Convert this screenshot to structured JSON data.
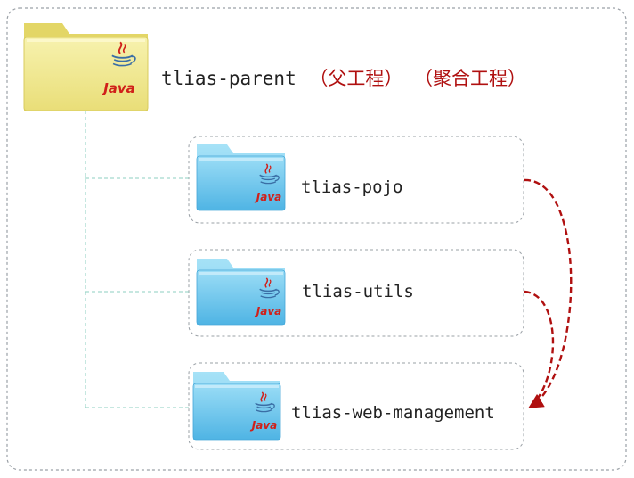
{
  "parent": {
    "name": "tlias-parent",
    "note1": "（父工程）",
    "note2": "（聚合工程）",
    "logo_text": "Java"
  },
  "modules": [
    {
      "name": "tlias-pojo",
      "logo_text": "Java"
    },
    {
      "name": "tlias-utils",
      "logo_text": "Java"
    },
    {
      "name": "tlias-web-management",
      "logo_text": "Java"
    }
  ],
  "colors": {
    "parent_folder": "#F2EA8E",
    "child_folder": "#6EC6EC",
    "dependency_arrow": "#B01010",
    "java_logo": "#D0201A",
    "connector": "#8DCFC0",
    "border": "#9AA0A6",
    "parent_text": "#222222",
    "parent_note": "#B01010"
  }
}
